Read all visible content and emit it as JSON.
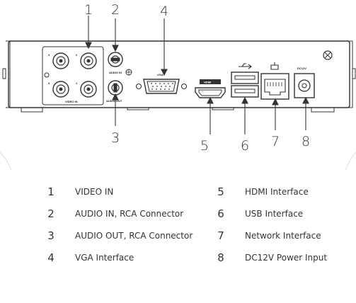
{
  "callouts": [
    {
      "number": "1"
    },
    {
      "number": "2"
    },
    {
      "number": "3"
    },
    {
      "number": "4"
    },
    {
      "number": "5"
    },
    {
      "number": "6"
    },
    {
      "number": "7"
    },
    {
      "number": "8"
    }
  ],
  "panel_labels": {
    "video_in": "VIDEO IN",
    "audio_in": "AUDIO IN",
    "audio_out": "AUDIO OUT",
    "vga": "VGA",
    "hdmi": "HDMI",
    "power": "DC12V",
    "bnc_numbers": [
      "4",
      "2",
      "3",
      "1"
    ]
  },
  "legend": [
    {
      "number": "1",
      "label": "VIDEO IN"
    },
    {
      "number": "2",
      "label": "AUDIO IN, RCA Connector"
    },
    {
      "number": "3",
      "label": "AUDIO OUT, RCA Connector"
    },
    {
      "number": "4",
      "label": "VGA Interface"
    },
    {
      "number": "5",
      "label": "HDMI Interface"
    },
    {
      "number": "6",
      "label": "USB Interface"
    },
    {
      "number": "7",
      "label": "Network Interface"
    },
    {
      "number": "8",
      "label": "DC12V Power Input"
    }
  ]
}
